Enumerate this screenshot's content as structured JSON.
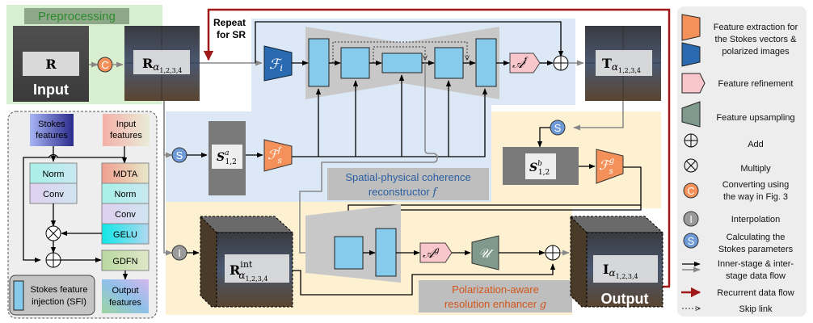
{
  "preprocessing": {
    "title": "Preprocessing",
    "input_label": "R",
    "input_caption": "Input",
    "convert_glyph": "C",
    "output_label_main": "R",
    "output_label_sub": "α",
    "output_label_subsub": "1,2,3,4"
  },
  "repeat": {
    "line1": "Repeat",
    "line2": "for SR"
  },
  "reconstructor": {
    "fi_main": "ℱ",
    "fi_sub": "i",
    "af_main": "𝒜",
    "af_sup": "f",
    "s_glyph": "S",
    "sa_main": "S",
    "sa_sup": "a",
    "sa_sub": "1,2",
    "fsf_main": "ℱ",
    "fsf_sub": "s",
    "fsf_sup": "f",
    "title_line1": "Spatial-physical coherence",
    "title_line2": "reconstructor",
    "title_symbol": "f"
  },
  "t_output": {
    "main": "T",
    "sub": "α",
    "subsub": "1,2,3,4"
  },
  "enhancer": {
    "s_glyph": "S",
    "sb_main": "S",
    "sb_sup": "b",
    "sb_sub": "1,2",
    "fsg_main": "ℱ",
    "fsg_sub": "s",
    "fsg_sup": "g",
    "interp_glyph": "I",
    "rint_main": "R",
    "rint_sup": "int",
    "rint_sub": "α",
    "rint_subsub": "1,2,3,4",
    "ag_main": "𝒜",
    "ag_sup": "g",
    "u_glyph": "𝒰",
    "title_line1": "Polarization-aware",
    "title_line2": "resolution enhancer",
    "title_symbol": "g",
    "output_main": "I",
    "output_sub": "α",
    "output_subsub": "1,2,3,4",
    "output_caption": "Output"
  },
  "sfi": {
    "stokes_line1": "Stokes",
    "stokes_line2": "features",
    "input_line1": "Input",
    "input_line2": "features",
    "norm_left": "Norm",
    "conv_left": "Conv",
    "mdta": "MDTA",
    "norm_right": "Norm",
    "conv_right": "Conv",
    "gelu": "GELU",
    "gdfn": "GDFN",
    "output_line1": "Output",
    "output_line2": "features",
    "legend_line1": "Stokes feature",
    "legend_line2": "injection (SFI)"
  },
  "legend": {
    "items": [
      {
        "icon": "trapezoid-orange-blue",
        "lines": [
          "Feature extraction for",
          "the Stokes vectors &",
          "polarized images"
        ]
      },
      {
        "icon": "pentagon-pink",
        "lines": [
          "Feature refinement"
        ]
      },
      {
        "icon": "trapezoid-green",
        "lines": [
          "Feature upsampling"
        ]
      },
      {
        "icon": "add-circle",
        "lines": [
          "Add"
        ]
      },
      {
        "icon": "multiply-circle",
        "lines": [
          "Multiply"
        ]
      },
      {
        "icon": "c-circle",
        "glyph": "C",
        "lines": [
          "Converting using",
          "the way in Fig. 3"
        ]
      },
      {
        "icon": "i-circle",
        "glyph": "I",
        "lines": [
          "Interpolation"
        ]
      },
      {
        "icon": "s-circle",
        "glyph": "S",
        "lines": [
          "Calculating the",
          "Stokes parameters"
        ]
      },
      {
        "icon": "arrows-black-gray",
        "lines": [
          "Inner-stage & inter-",
          "stage data flow"
        ]
      },
      {
        "icon": "arrow-red",
        "lines": [
          "Recurrent data flow"
        ]
      },
      {
        "icon": "arrow-dashed",
        "lines": [
          "Skip link"
        ]
      }
    ]
  },
  "colors": {
    "orange": "#F4915A",
    "blue_dark": "#2A6AB0",
    "pink": "#F9C6CB",
    "green": "#7F9A8C",
    "block_blue": "#86CBEB",
    "recurrent_red": "#A01818",
    "stage_f_bg": "#DCE8F6",
    "stage_g_bg": "#FDF1D2",
    "prep_bg": "#D8F0D0",
    "legend_bg": "#EDEDED"
  }
}
